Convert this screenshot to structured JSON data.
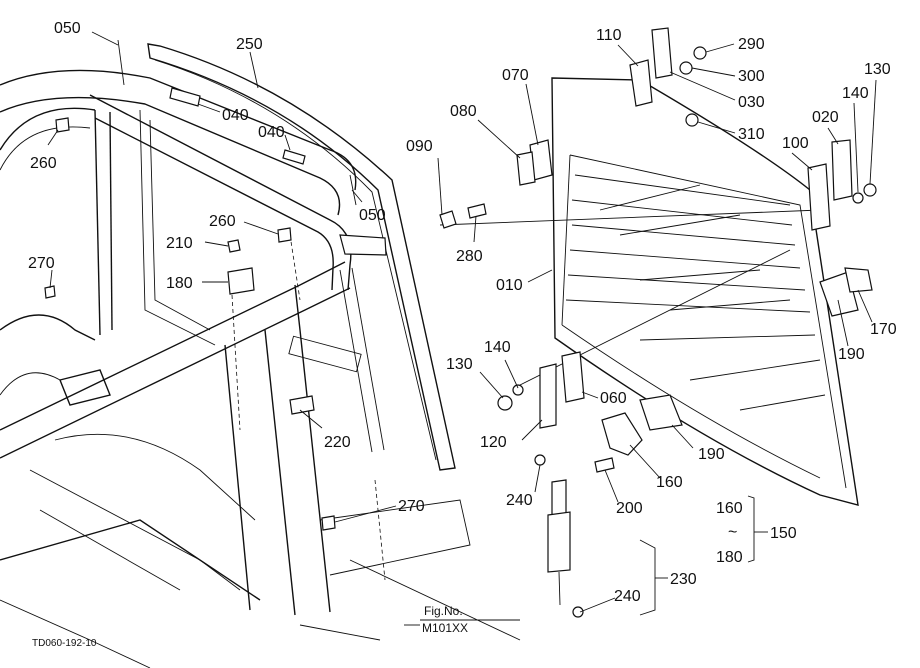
{
  "callouts": [
    {
      "id": "050a",
      "text": "050"
    },
    {
      "id": "250",
      "text": "250"
    },
    {
      "id": "040a",
      "text": "040"
    },
    {
      "id": "040b",
      "text": "040"
    },
    {
      "id": "260a",
      "text": "260"
    },
    {
      "id": "050b",
      "text": "050"
    },
    {
      "id": "260b",
      "text": "260"
    },
    {
      "id": "210",
      "text": "210"
    },
    {
      "id": "270a",
      "text": "270"
    },
    {
      "id": "180a",
      "text": "180"
    },
    {
      "id": "220",
      "text": "220"
    },
    {
      "id": "270b",
      "text": "270"
    },
    {
      "id": "090",
      "text": "090"
    },
    {
      "id": "080",
      "text": "080"
    },
    {
      "id": "070",
      "text": "070"
    },
    {
      "id": "110",
      "text": "110"
    },
    {
      "id": "290",
      "text": "290"
    },
    {
      "id": "300",
      "text": "300"
    },
    {
      "id": "030",
      "text": "030"
    },
    {
      "id": "310",
      "text": "310"
    },
    {
      "id": "130a",
      "text": "130"
    },
    {
      "id": "140a",
      "text": "140"
    },
    {
      "id": "020",
      "text": "020"
    },
    {
      "id": "100",
      "text": "100"
    },
    {
      "id": "280",
      "text": "280"
    },
    {
      "id": "010",
      "text": "010"
    },
    {
      "id": "170",
      "text": "170"
    },
    {
      "id": "190a",
      "text": "190"
    },
    {
      "id": "130b",
      "text": "130"
    },
    {
      "id": "140b",
      "text": "140"
    },
    {
      "id": "060",
      "text": "060"
    },
    {
      "id": "120",
      "text": "120"
    },
    {
      "id": "190b",
      "text": "190"
    },
    {
      "id": "160a",
      "text": "160"
    },
    {
      "id": "240a",
      "text": "240"
    },
    {
      "id": "200",
      "text": "200"
    },
    {
      "id": "230",
      "text": "230"
    },
    {
      "id": "240b",
      "text": "240"
    }
  ],
  "assembly_group": {
    "top": "160",
    "tilde": "~",
    "bottom": "180",
    "assembly": "150"
  },
  "figure_ref": {
    "line1": "Fig.No.",
    "line2": "M101XX"
  },
  "drawing_code": "TD060-192-10"
}
